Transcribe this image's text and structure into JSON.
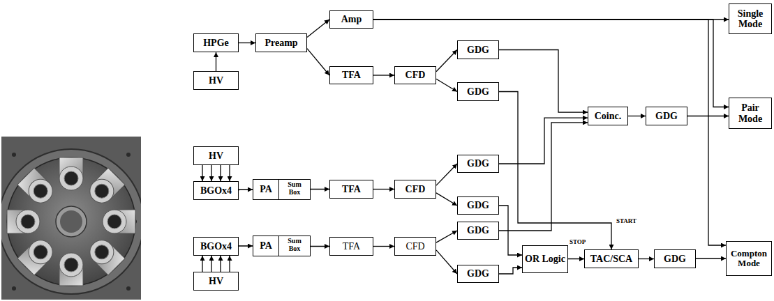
{
  "diagram": {
    "nodes": [
      {
        "text": [
          "Amp"
        ]
      },
      {
        "text": [
          "Single Mode"
        ]
      },
      {
        "text": [
          "HPGe"
        ]
      },
      {
        "text": [
          "Preamp"
        ]
      },
      {
        "text": [
          "HV"
        ]
      },
      {
        "text": [
          "TFA"
        ]
      },
      {
        "text": [
          "CFD"
        ]
      },
      {
        "text": [
          "GDG"
        ]
      },
      {
        "text": [
          "GDG"
        ]
      },
      {
        "text": [
          "Pair Mode"
        ]
      },
      {
        "text": [
          "Coinc."
        ]
      },
      {
        "text": [
          "GDG"
        ]
      },
      {
        "text": [
          "HV"
        ]
      },
      {
        "text": [
          "GDG"
        ]
      },
      {
        "text": [
          "BGOx4"
        ]
      },
      {
        "text": [
          "PA"
        ]
      },
      {
        "text": [
          "Sum Box"
        ]
      },
      {
        "text": [
          "TFA"
        ]
      },
      {
        "text": [
          "CFD"
        ]
      },
      {
        "text": [
          "GDG"
        ]
      },
      {
        "text": [
          "GDG"
        ]
      },
      {
        "text": [
          "BGOx4"
        ]
      },
      {
        "text": [
          "PA"
        ]
      },
      {
        "text": [
          "Sum Box"
        ]
      },
      {
        "text": [
          "TFA"
        ]
      },
      {
        "text": [
          "CFD"
        ]
      },
      {
        "text": [
          "Compton Mode"
        ]
      },
      {
        "text": [
          "OR Logic"
        ]
      },
      {
        "text": [
          "TAC/SCA"
        ]
      },
      {
        "text": [
          "GDG"
        ]
      },
      {
        "text": [
          "GDG"
        ]
      },
      {
        "text": [
          "HV"
        ]
      }
    ],
    "edges": [
      {
        "from": 4,
        "to": 2,
        "arrow": "to"
      },
      {
        "from": 2,
        "to": 3,
        "arrow": "to"
      },
      {
        "from": 3,
        "to": 0,
        "arrow": "to"
      },
      {
        "from": 3,
        "to": 5,
        "arrow": "to"
      },
      {
        "from": 5,
        "to": 6,
        "arrow": "to"
      },
      {
        "from": 6,
        "to": 7,
        "arrow": "to"
      },
      {
        "from": 6,
        "to": 8,
        "arrow": "to"
      },
      {
        "from": 0,
        "to": 1,
        "arrow": "to"
      },
      {
        "from": 0,
        "to": 9,
        "arrow": "to"
      },
      {
        "from": 0,
        "to": 26,
        "arrow": "to"
      },
      {
        "from": 7,
        "to": 10,
        "arrow": "to"
      },
      {
        "from": 8,
        "to": 28,
        "label": "START",
        "arrow": "to"
      },
      {
        "from": 10,
        "to": 11,
        "arrow": "to"
      },
      {
        "from": 11,
        "to": 9,
        "arrow": "to"
      },
      {
        "from": 12,
        "to": 14,
        "arrow": "to"
      },
      {
        "from": 12,
        "to": 14,
        "arrow": "to"
      },
      {
        "from": 12,
        "to": 14,
        "arrow": "to"
      },
      {
        "from": 12,
        "to": 14,
        "arrow": "to"
      },
      {
        "from": 14,
        "to": 15,
        "arrow": "to"
      },
      {
        "from": 16,
        "to": 17,
        "arrow": "to"
      },
      {
        "from": 17,
        "to": 18,
        "arrow": "to"
      },
      {
        "from": 18,
        "to": 13,
        "arrow": "to"
      },
      {
        "from": 18,
        "to": 19,
        "arrow": "to"
      },
      {
        "from": 13,
        "to": 10,
        "arrow": "to"
      },
      {
        "from": 19,
        "to": 27,
        "arrow": "to"
      },
      {
        "from": 31,
        "to": 21,
        "arrow": "to"
      },
      {
        "from": 31,
        "to": 21,
        "arrow": "to"
      },
      {
        "from": 31,
        "to": 21,
        "arrow": "to"
      },
      {
        "from": 31,
        "to": 21,
        "arrow": "to"
      },
      {
        "from": 21,
        "to": 22,
        "arrow": "to"
      },
      {
        "from": 23,
        "to": 24,
        "arrow": "to"
      },
      {
        "from": 24,
        "to": 25,
        "arrow": "to"
      },
      {
        "from": 25,
        "to": 20,
        "arrow": "to"
      },
      {
        "from": 25,
        "to": 30,
        "arrow": "to"
      },
      {
        "from": 20,
        "to": 10,
        "arrow": "to"
      },
      {
        "from": 30,
        "to": 27,
        "arrow": "to"
      },
      {
        "from": 27,
        "to": 28,
        "label": "STOP",
        "arrow": "to"
      },
      {
        "from": 28,
        "to": 29,
        "arrow": "to"
      },
      {
        "from": 29,
        "to": 26,
        "arrow": "to"
      }
    ]
  }
}
